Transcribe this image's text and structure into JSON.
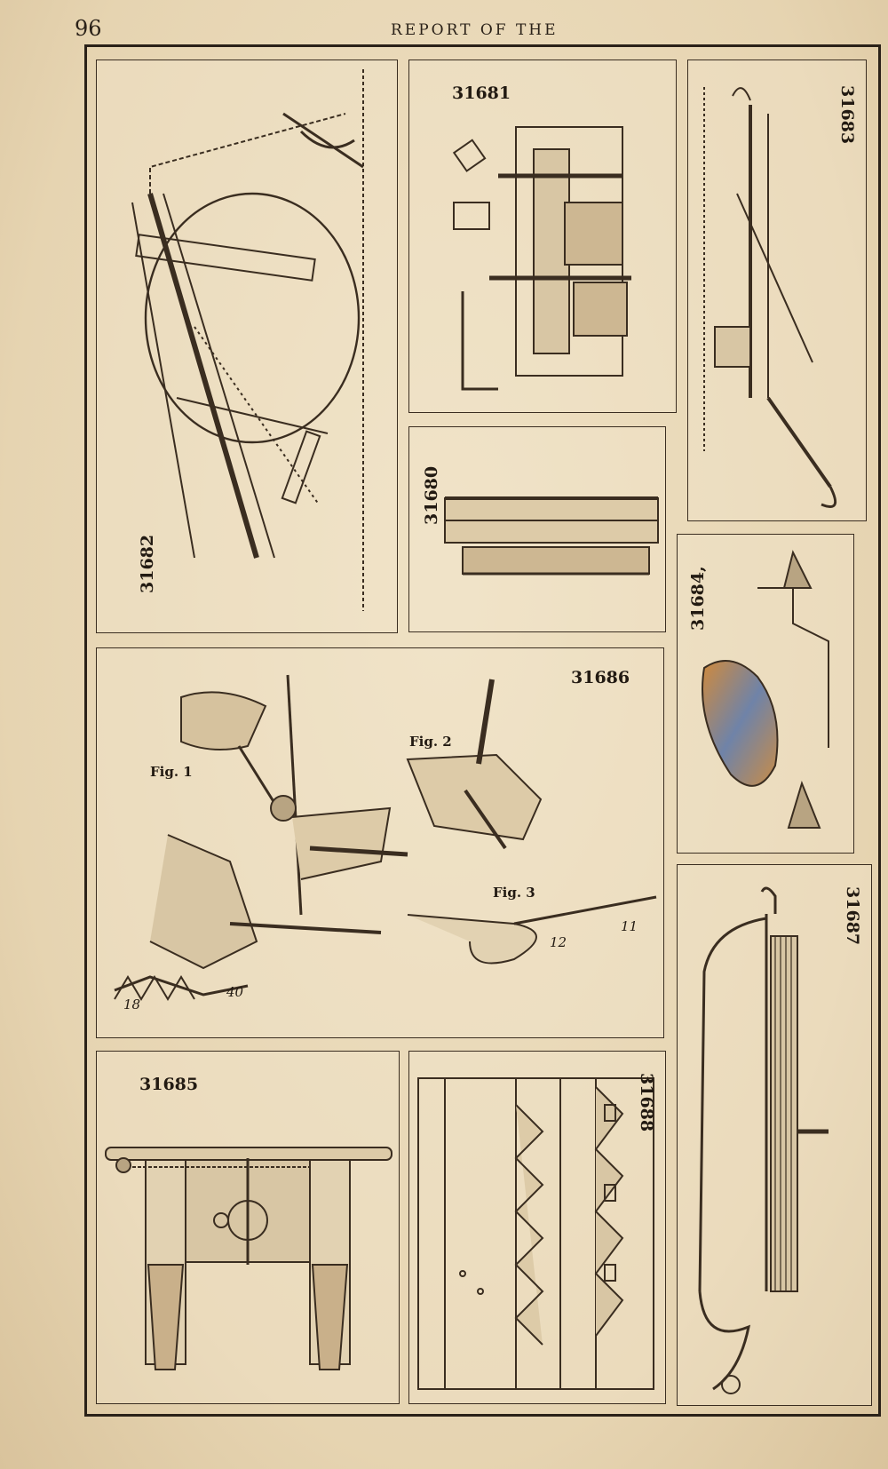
{
  "header": {
    "page_number": "96",
    "running_title": "REPORT OF THE"
  },
  "patents": {
    "p31682": "31682",
    "p31681": "31681",
    "p31683": "31683",
    "p31680": "31680",
    "p31684": "31684,",
    "p31686": "31686",
    "p31687": "31687",
    "p31685": "31685",
    "p31688": "31688"
  },
  "figures": {
    "fig1": "Fig. 1",
    "fig2": "Fig. 2",
    "fig3": "Fig. 3"
  },
  "numbers": {
    "n40": "40",
    "n18": "18",
    "n12": "12",
    "n11": "11"
  }
}
